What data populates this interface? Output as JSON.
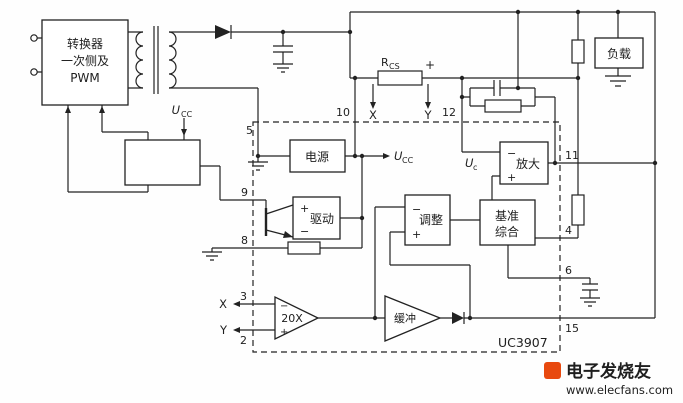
{
  "blocks": {
    "converter": {
      "line1": "转换器",
      "line2": "一次侧及",
      "line3": "PWM"
    },
    "power": "电源",
    "amplifier": "放大",
    "driver": "驱动",
    "adjust": "调整",
    "reference": {
      "line1": "基准",
      "line2": "综合"
    },
    "current_amp": "20X",
    "buffer": "缓冲",
    "load": "负载",
    "chip": "UC3907"
  },
  "labels": {
    "u": "U",
    "cc": "CC",
    "c": "c",
    "r": "R",
    "cs": "CS",
    "x": "X",
    "y": "Y",
    "plus": "+",
    "minus": "−"
  },
  "pins": {
    "p2": "2",
    "p3": "3",
    "p4": "4",
    "p5": "5",
    "p6": "6",
    "p8": "8",
    "p9": "9",
    "p10": "10",
    "p11": "11",
    "p12": "12",
    "p15": "15"
  },
  "watermark": {
    "brand": "电子发烧友",
    "url": "www.elecfans.com"
  },
  "colors": {
    "watermark_brand": "#e8490f",
    "watermark_url": "#f07a1e"
  }
}
